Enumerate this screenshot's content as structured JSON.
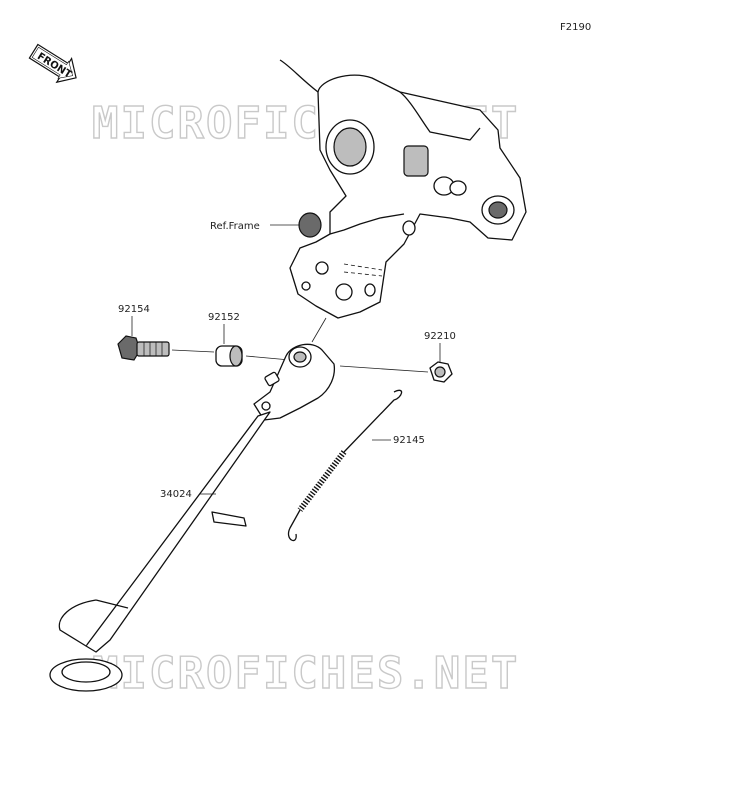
{
  "figure_code": "F2190",
  "front_badge": "FRONT",
  "watermark": "MICROFICHES.NET",
  "frame_label": "Ref.Frame",
  "callouts": {
    "bolt": "92154",
    "collar": "92152",
    "nut": "92210",
    "spring": "92145",
    "stand": "34024"
  }
}
